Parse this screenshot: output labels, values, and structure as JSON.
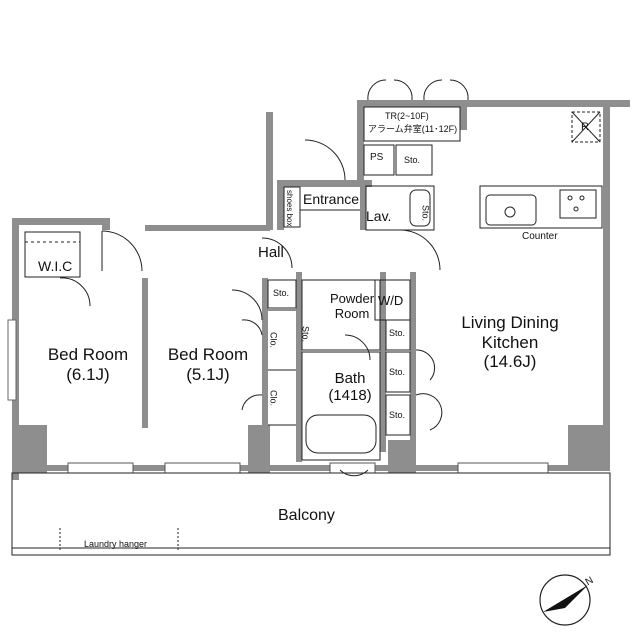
{
  "rooms": {
    "bed1": {
      "name": "Bed Room",
      "size": "(6.1J)"
    },
    "bed2": {
      "name": "Bed Room",
      "size": "(5.1J)"
    },
    "ldk": {
      "line1": "Living Dining",
      "line2": "Kitchen",
      "size": "(14.6J)"
    },
    "bath": {
      "name": "Bath",
      "size": "(1418)"
    },
    "powder": {
      "line1": "Powder",
      "line2": "Room"
    },
    "hall": "Hall",
    "entrance": "Entrance",
    "lav": "Lav.",
    "wic": "W.I.C",
    "balcony": "Balcony"
  },
  "labels": {
    "tr_line1": "TR(2~10F)",
    "tr_line2": "アラーム弁室(11･12F)",
    "ps": "PS",
    "sto": "Sto.",
    "clo": "Clo.",
    "wd": "W/D",
    "shoes": "shoes box",
    "counter": "Counter",
    "laundry": "Laundry hanger",
    "r_mark": "R",
    "north": "N"
  },
  "colors": {
    "wall": "#8e8e8e",
    "wall_dark": "#555555",
    "line": "#222222"
  }
}
